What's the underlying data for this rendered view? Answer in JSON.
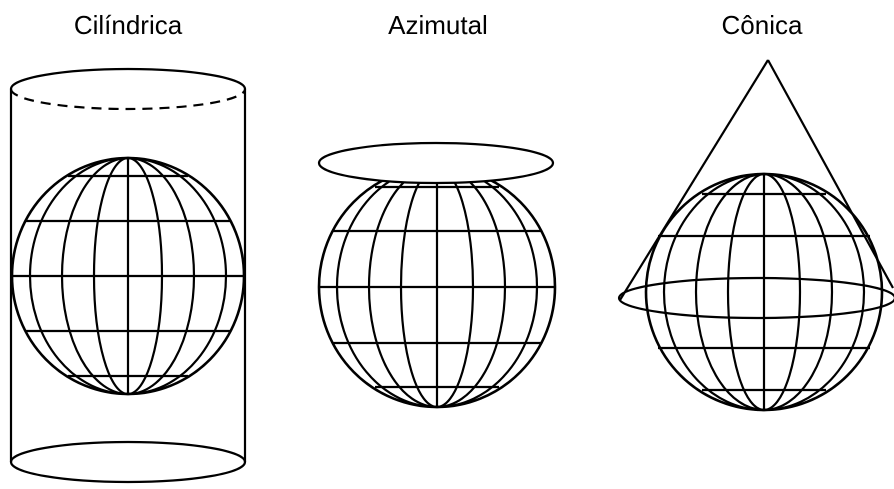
{
  "projections": [
    {
      "id": "cilindrica",
      "label": "Cilíndrica",
      "surface": "cylinder"
    },
    {
      "id": "azimutal",
      "label": "Azimutal",
      "surface": "plane"
    },
    {
      "id": "conica",
      "label": "Cônica",
      "surface": "cone"
    }
  ],
  "colors": {
    "line": "#000000",
    "background": "#ffffff"
  }
}
